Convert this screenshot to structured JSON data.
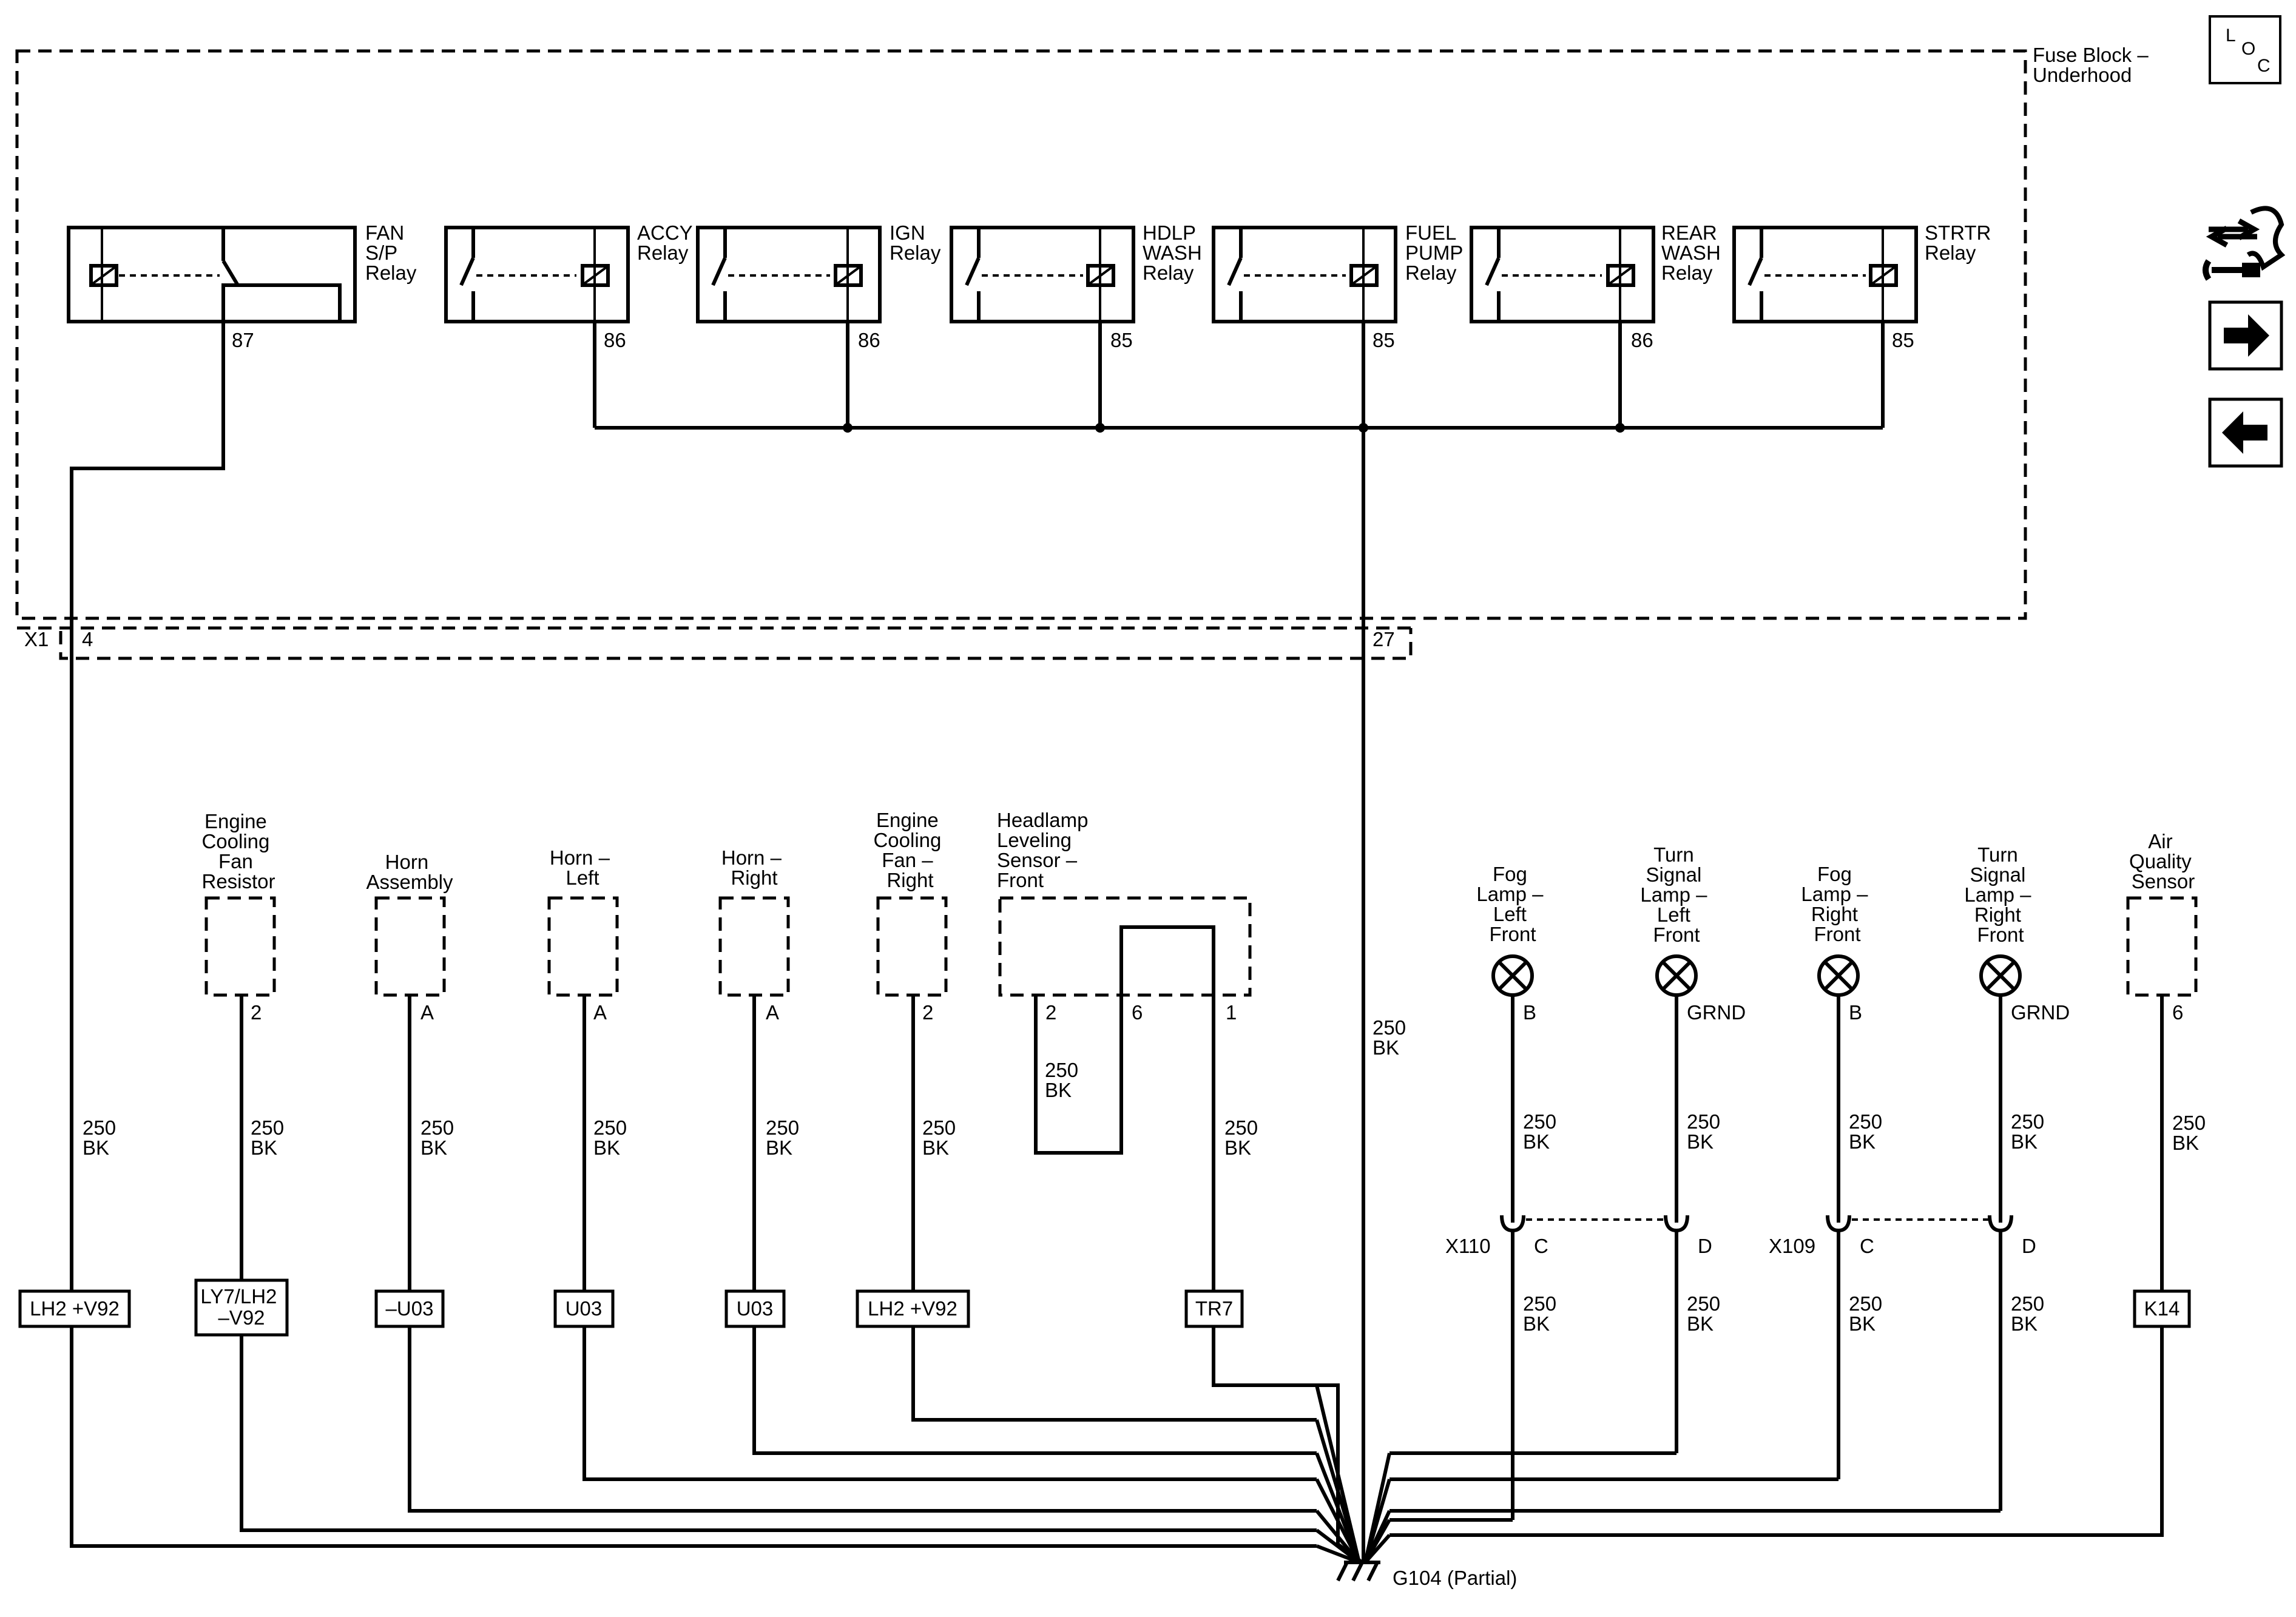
{
  "fuse_block_label": [
    "Fuse Block –",
    "Underhood"
  ],
  "loc_icon": {
    "letters": [
      "L",
      "O",
      "C"
    ]
  },
  "nav_icons": [
    "diagnostic-tools-icon",
    "next-arrow-icon",
    "previous-arrow-icon"
  ],
  "relays": [
    {
      "name": [
        "FAN",
        "S/P",
        "Relay"
      ],
      "pin": "87"
    },
    {
      "name": [
        "ACCY",
        "Relay"
      ],
      "pin": "86"
    },
    {
      "name": [
        "IGN",
        "Relay"
      ],
      "pin": "86"
    },
    {
      "name": [
        "HDLP",
        "WASH",
        "Relay"
      ],
      "pin": "85"
    },
    {
      "name": [
        "FUEL",
        "PUMP",
        "Relay"
      ],
      "pin": "85"
    },
    {
      "name": [
        "REAR",
        "WASH",
        "Relay"
      ],
      "pin": "86"
    },
    {
      "name": [
        "STRTR",
        "Relay"
      ],
      "pin": "85"
    }
  ],
  "connector_x1": {
    "name": "X1",
    "pin_left": "4",
    "pin_right": "27"
  },
  "wire_spec": [
    "250",
    "BK"
  ],
  "components": [
    {
      "name": [
        "Engine",
        "Cooling",
        "Fan",
        "Resistor"
      ],
      "pin": "2",
      "option": [
        "LY7/LH2",
        "–V92"
      ]
    },
    {
      "name": [
        "Horn",
        "Assembly"
      ],
      "pin": "A",
      "option": [
        "–U03"
      ]
    },
    {
      "name": [
        "Horn –",
        "Left"
      ],
      "pin": "A",
      "option": [
        "U03"
      ]
    },
    {
      "name": [
        "Horn –",
        "Right"
      ],
      "pin": "A",
      "option": [
        "U03"
      ]
    },
    {
      "name": [
        "Engine",
        "Cooling",
        "Fan –",
        "Right"
      ],
      "pin": "2",
      "option": [
        "LH2 +V92"
      ]
    },
    {
      "name": [
        "Headlamp",
        "Leveling",
        "Sensor –",
        "Front"
      ],
      "pins": [
        "2",
        "6",
        "1"
      ],
      "option": [
        "TR7"
      ]
    },
    {
      "name": [
        "Air",
        "Quality",
        "Sensor"
      ],
      "pin": "6",
      "option": [
        "K14"
      ]
    }
  ],
  "lamps": [
    {
      "name": [
        "Fog",
        "Lamp –",
        "Left",
        "Front"
      ],
      "pin": "B"
    },
    {
      "name": [
        "Turn",
        "Signal",
        "Lamp –",
        "Left",
        "Front"
      ],
      "pin": "GRND"
    },
    {
      "name": [
        "Fog",
        "Lamp –",
        "Right",
        "Front"
      ],
      "pin": "B"
    },
    {
      "name": [
        "Turn",
        "Signal",
        "Lamp –",
        "Right",
        "Front"
      ],
      "pin": "GRND"
    }
  ],
  "inline_connectors": [
    {
      "name": "X110",
      "pins": [
        "C",
        "D"
      ]
    },
    {
      "name": "X109",
      "pins": [
        "C",
        "D"
      ]
    }
  ],
  "left_option": [
    "LH2 +V92"
  ],
  "ground": {
    "name": "G104 (Partial)"
  }
}
